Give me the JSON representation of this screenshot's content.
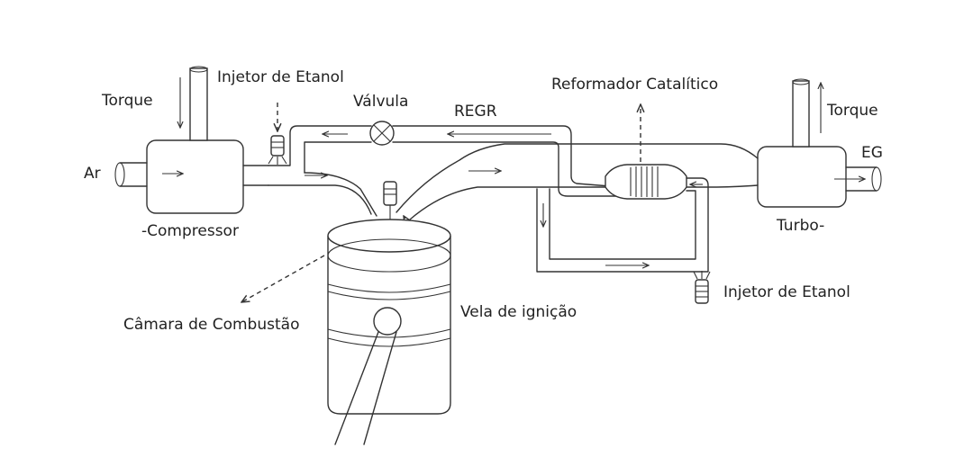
{
  "labels": {
    "torque_left": "Torque",
    "injector_top": "Injetor de Etanol",
    "valve": "Válvula",
    "regr": "REGR",
    "reformer": "Reformador Catalítico",
    "torque_right": "Torque",
    "air": "Ar",
    "eg": "EG",
    "compressor": "-Compressor",
    "turbo": "Turbo-",
    "injector_bottom": "Injetor de Etanol",
    "spark_plug": "Vela de ignição",
    "combustion_chamber": "Câmara de Combustão"
  },
  "colors": {
    "line": "#333333",
    "background": "#ffffff"
  }
}
